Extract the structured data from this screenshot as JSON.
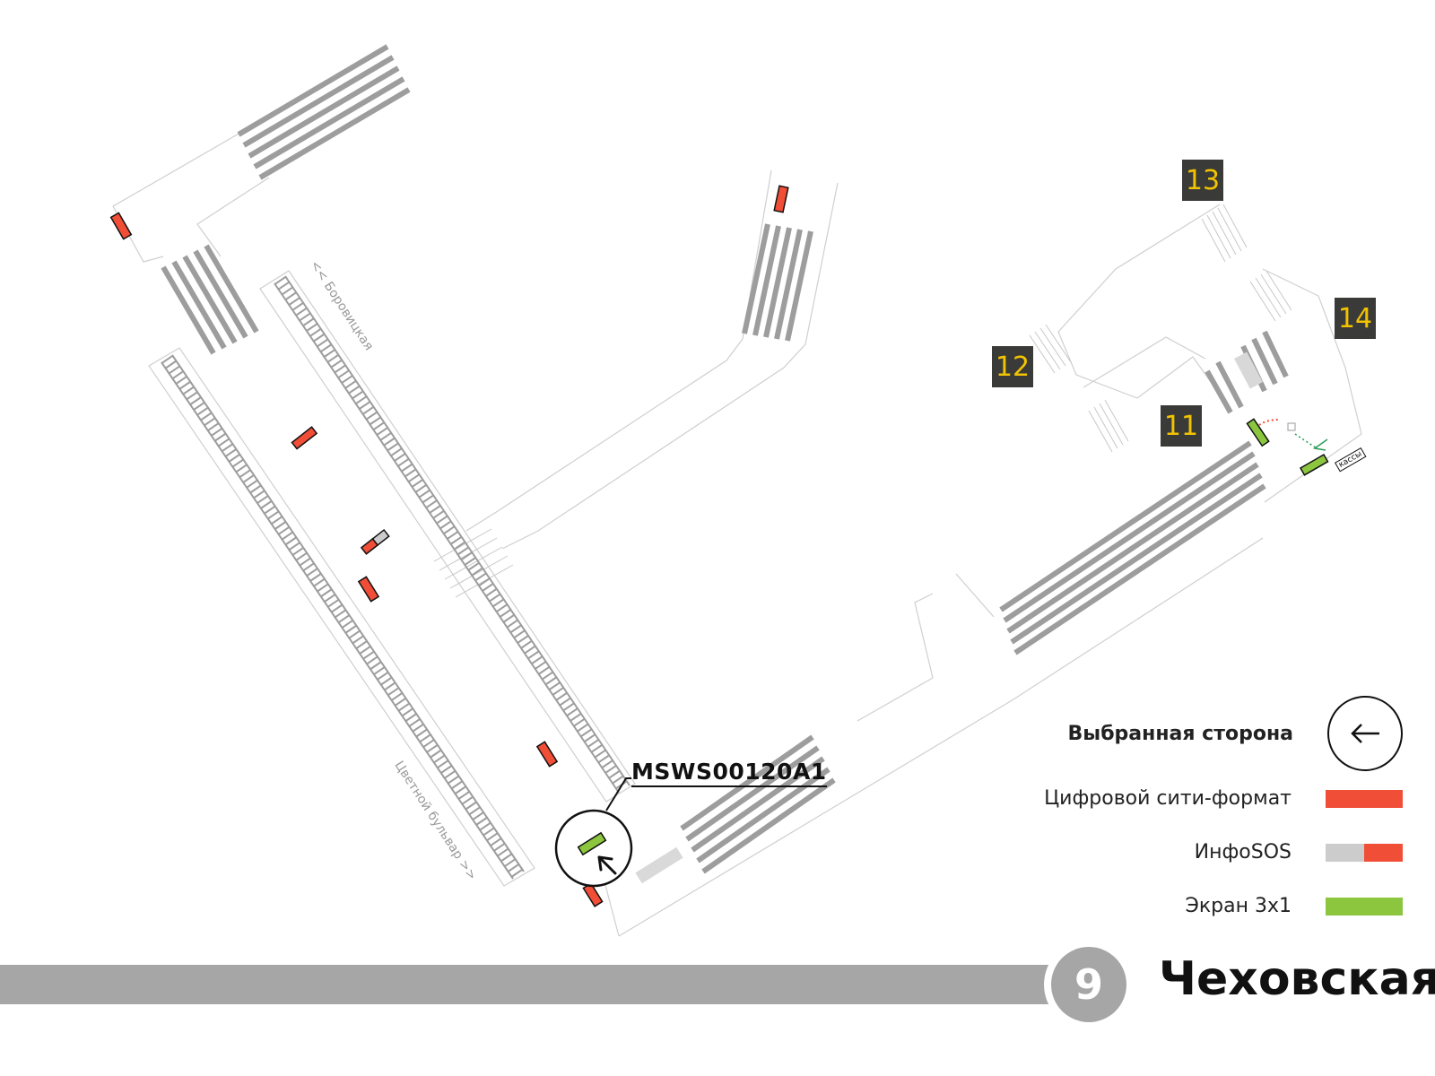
{
  "exits": [
    "13",
    "14",
    "12",
    "11"
  ],
  "directions": {
    "borovitskaya": "<< Боровицкая",
    "tsvetnoy": "Цветной бульвар >>"
  },
  "place_code": "MSWS00120A1",
  "kassy": "кассы",
  "legend": {
    "selected_side": "Выбранная сторона",
    "digital_city": "Цифровой сити-формат",
    "infosos": "ИнфоSOS",
    "screen": "Экран 3х1"
  },
  "colors": {
    "digital_city": "#f04e37",
    "infosos_gray": "#cccccc",
    "screen": "#8cc63f",
    "exit_badge": "#3a3a38",
    "exit_text": "#f2c300",
    "line_gray": "#a6a6a6"
  },
  "line": {
    "number": "9"
  },
  "station": {
    "name": "Чеховская"
  }
}
